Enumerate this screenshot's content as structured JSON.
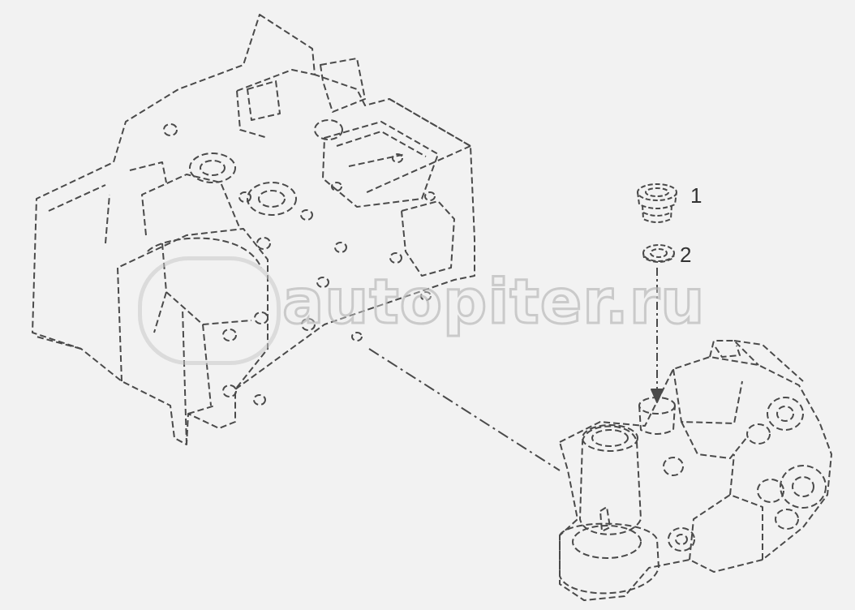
{
  "callouts": {
    "part1": "1",
    "part2": "2"
  },
  "watermark": {
    "text": "autopiter.ru",
    "logo": "autopiter-logo-icon"
  },
  "colors": {
    "background": "#f2f2f2",
    "line": "#4a4a4a"
  }
}
